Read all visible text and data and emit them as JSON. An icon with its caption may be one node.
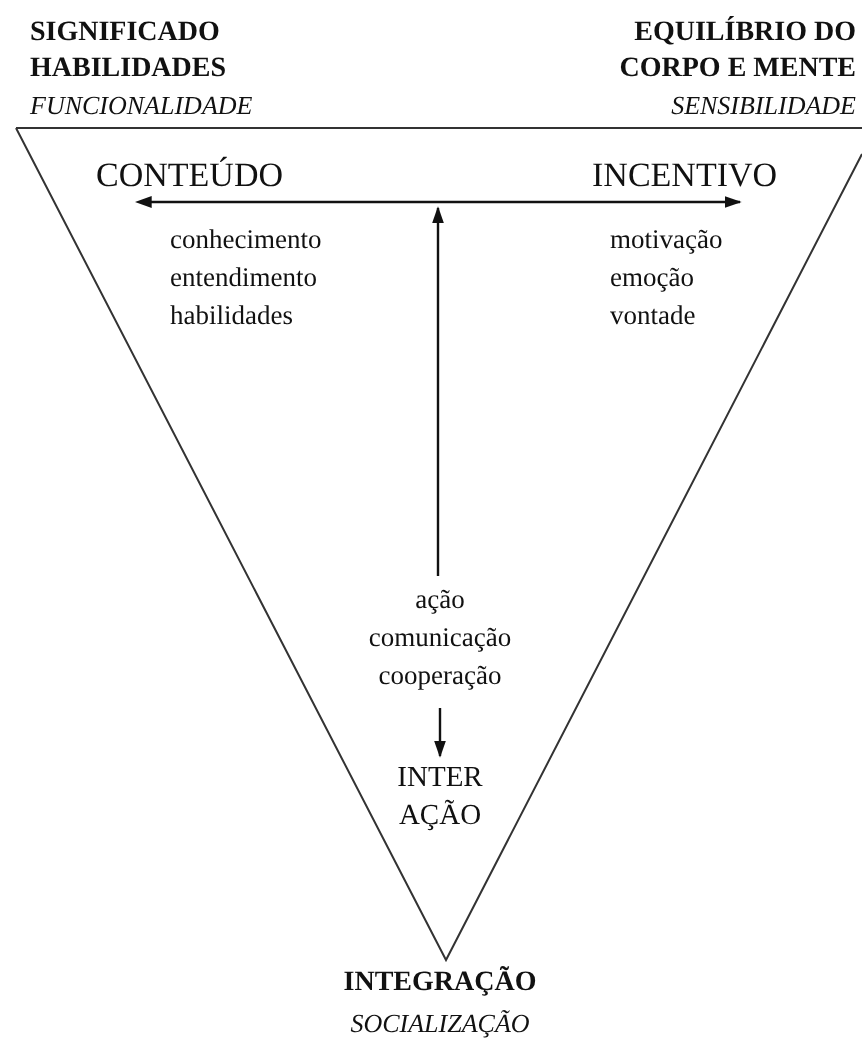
{
  "diagram": {
    "nodes": [
      {
        "text": [
          "CONTEÚDO",
          "conhecimento entendimento habilidades"
        ]
      },
      {
        "text": [
          "INCENTIVO",
          "motivação emoção vontade"
        ]
      },
      {
        "text": [
          "ação comunicação cooperação"
        ]
      },
      {
        "text": [
          "INTER AÇÃO"
        ]
      }
    ],
    "edges": [
      {
        "from": 0,
        "to": 1,
        "arrow": "both"
      },
      {
        "from": 2,
        "to": null,
        "arrow": "to"
      },
      {
        "from": 2,
        "to": 3,
        "arrow": "to"
      }
    ],
    "labels": [
      "SIGNIFICADO HABILIDADES",
      "FUNCIONALIDADE",
      "EQUILÍBRIO DO CORPO E MENTE",
      "SENSIBILIDADE",
      "INTEGRAÇÃO",
      "SOCIALIZAÇÃO"
    ]
  }
}
